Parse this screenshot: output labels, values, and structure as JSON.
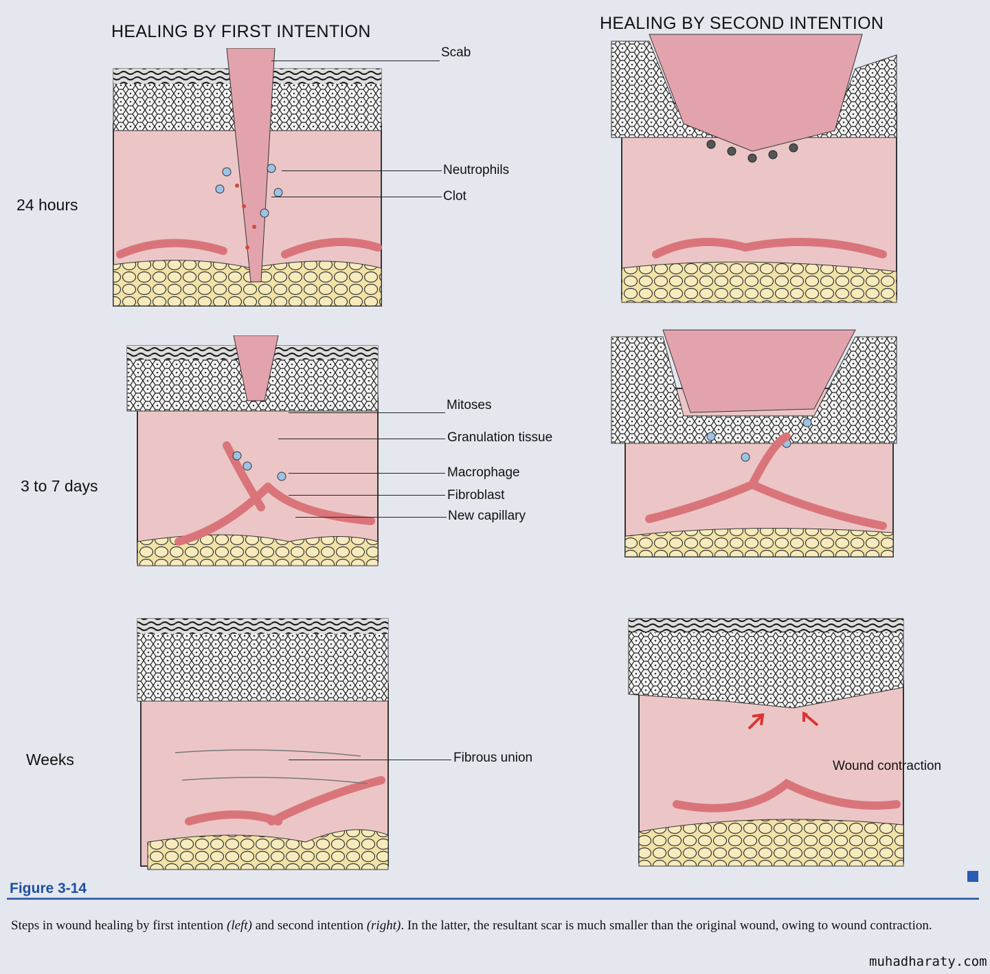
{
  "headings": {
    "left": "HEALING BY FIRST INTENTION",
    "right": "HEALING BY SECOND INTENTION"
  },
  "stages": [
    "24 hours",
    "3 to 7 days",
    "Weeks"
  ],
  "labels": {
    "scab": "Scab",
    "neutrophils": "Neutrophils",
    "clot": "Clot",
    "mitoses": "Mitoses",
    "granulation_tissue": "Granulation tissue",
    "macrophage": "Macrophage",
    "fibroblast": "Fibroblast",
    "new_capillary": "New capillary",
    "fibrous_union": "Fibrous union",
    "wound_contraction": "Wound contraction"
  },
  "figure": {
    "number": "Figure 3-14",
    "caption_parts": [
      "Steps in wound healing by first intention ",
      "(left)",
      " and second intention ",
      "(right)",
      ". In the latter, the resultant scar is much smaller than the original wound, owing to wound contraction."
    ]
  },
  "watermark": "muhadharaty.com",
  "colors": {
    "dermis": "#ecc6c6",
    "scab": "#e3a3ad",
    "vessel": "#d9757a",
    "fat": "#f2e2a6",
    "accent": "#2a5bb5"
  }
}
